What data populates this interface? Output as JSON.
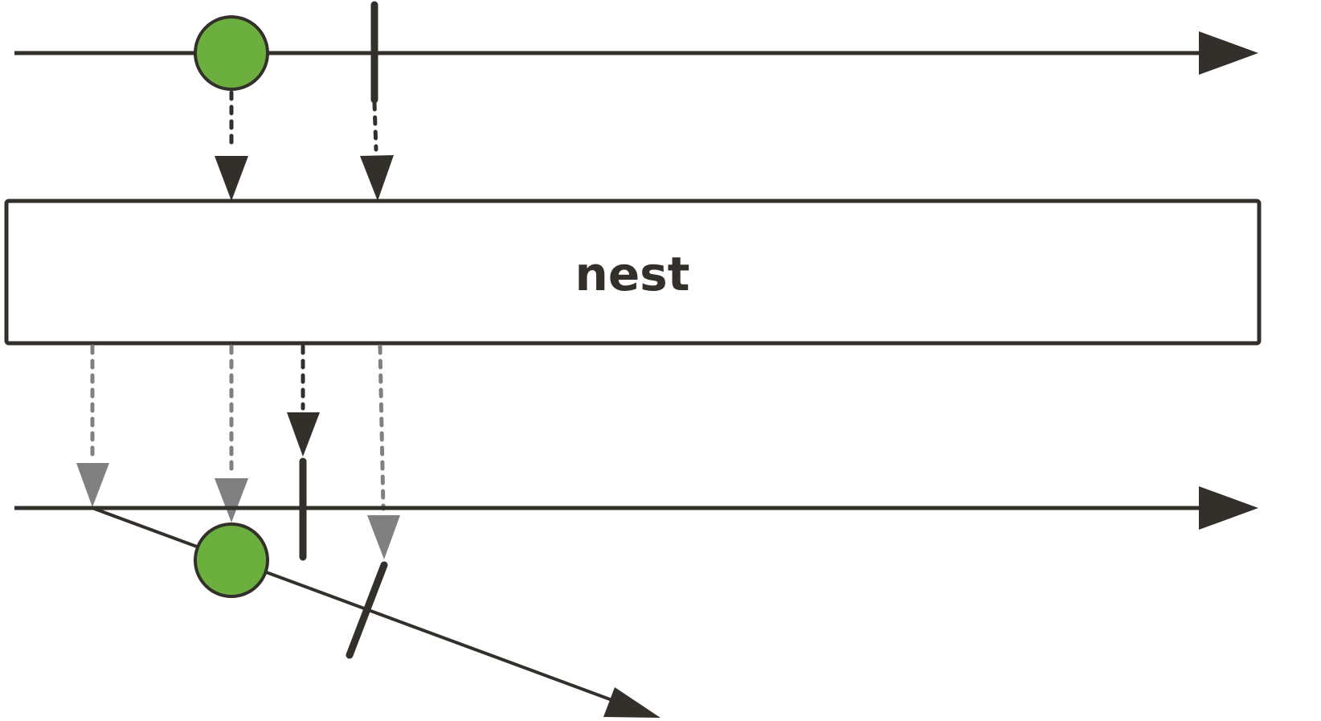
{
  "operator": {
    "label": "nest"
  },
  "colors": {
    "stroke": "#33302b",
    "marble": "#6bb03f",
    "inner_arrow": "#808080",
    "background": "#ffffff"
  },
  "input_timeline": {
    "events": [
      "marble",
      "completion"
    ]
  },
  "output_timeline": {
    "events": [
      "inner-observable",
      "completion"
    ]
  },
  "inner_observable": {
    "events": [
      "marble",
      "completion"
    ]
  }
}
